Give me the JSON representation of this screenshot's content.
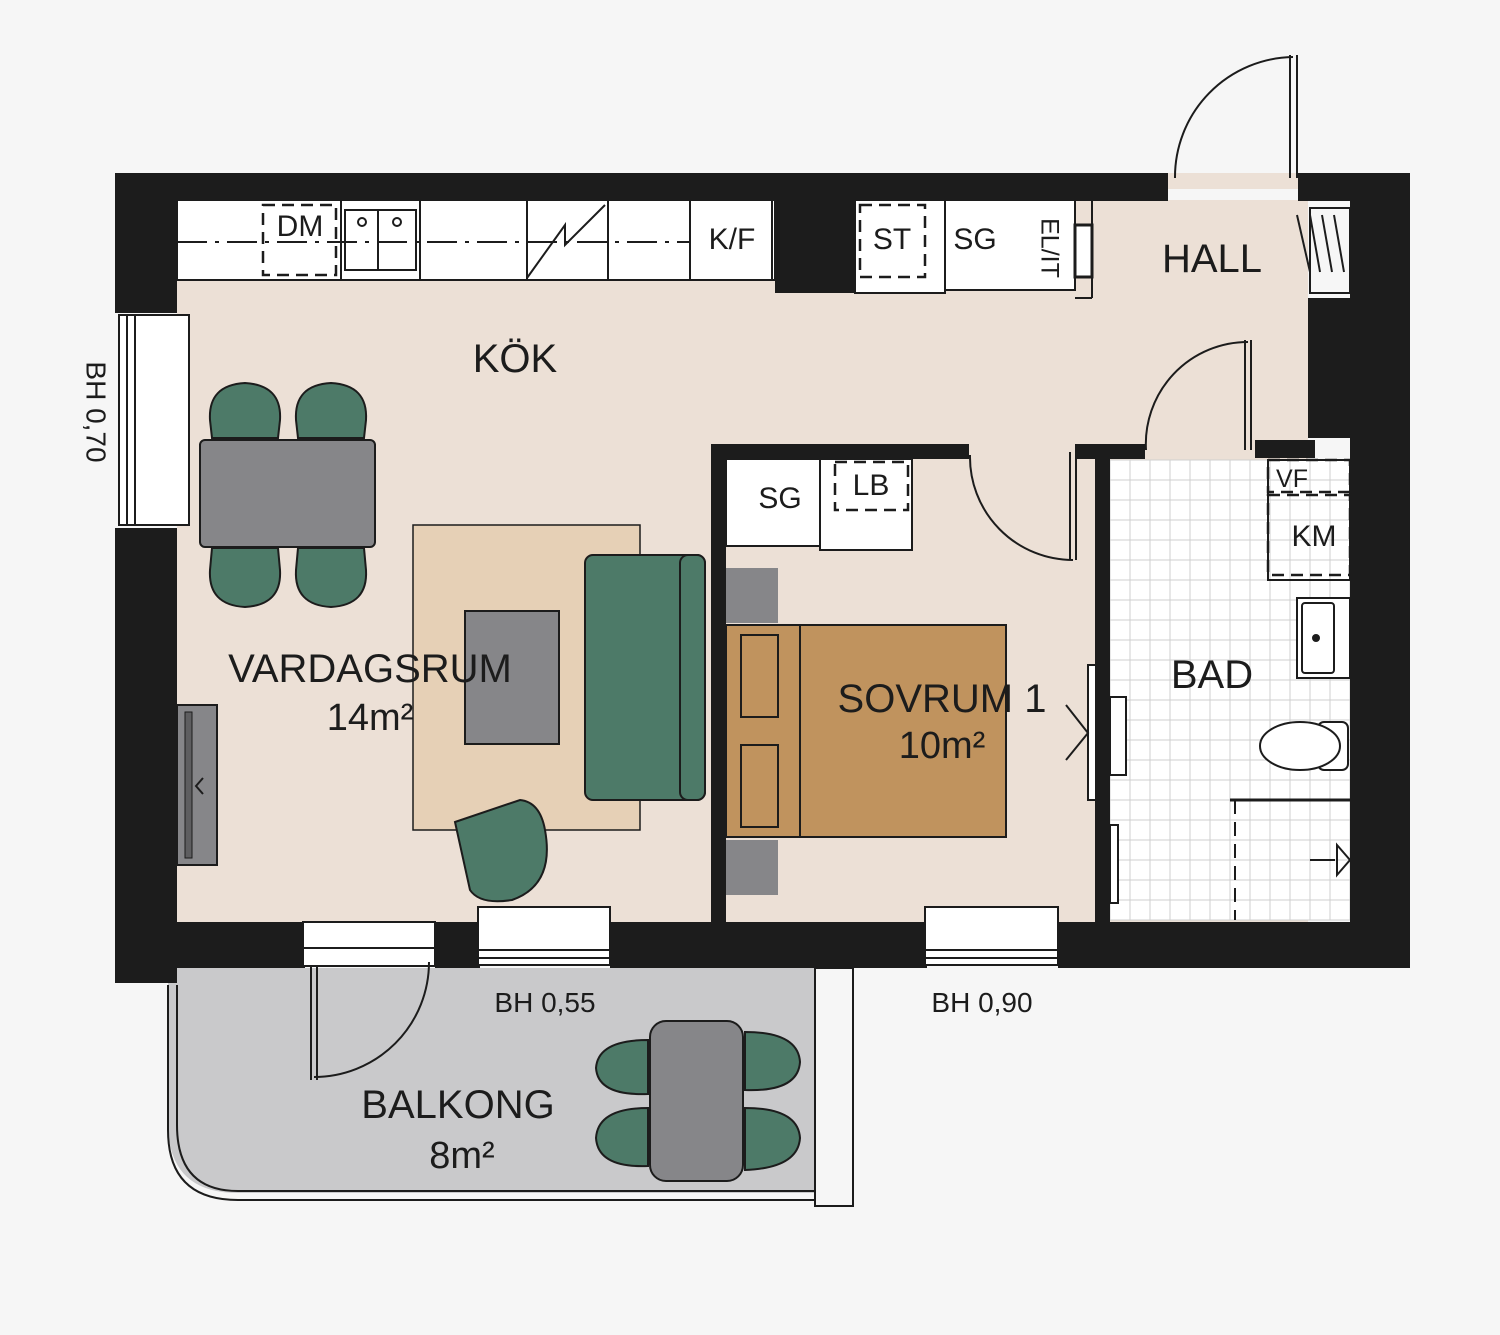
{
  "rooms": {
    "kok": {
      "name": "KÖK"
    },
    "hall": {
      "name": "HALL"
    },
    "vardagsrum": {
      "name": "VARDAGSRUM",
      "area": "14m²"
    },
    "sovrum": {
      "name": "SOVRUM 1",
      "area": "10m²"
    },
    "bad": {
      "name": "BAD"
    },
    "balkong": {
      "name": "BALKONG",
      "area": "8m²"
    }
  },
  "fixtures": {
    "dm": "DM",
    "kf": "K/F",
    "st": "ST",
    "sg_hall": "SG",
    "elit": "EL/IT",
    "sg_sovrum": "SG",
    "lb": "LB",
    "vf": "VF",
    "km": "KM"
  },
  "window_heights": {
    "west": "BH 0,70",
    "south_left": "BH 0,55",
    "south_right": "BH 0,90"
  },
  "colors": {
    "wall": "#1c1c1c",
    "floor": "#ece0d6",
    "bathroom_floor": "#ffffff",
    "balcony": "#c9c9cb",
    "rug": "#e6d0b6",
    "sofa_chairs": "#4d7a68",
    "bed": "#c0935e",
    "table": "#868689"
  }
}
